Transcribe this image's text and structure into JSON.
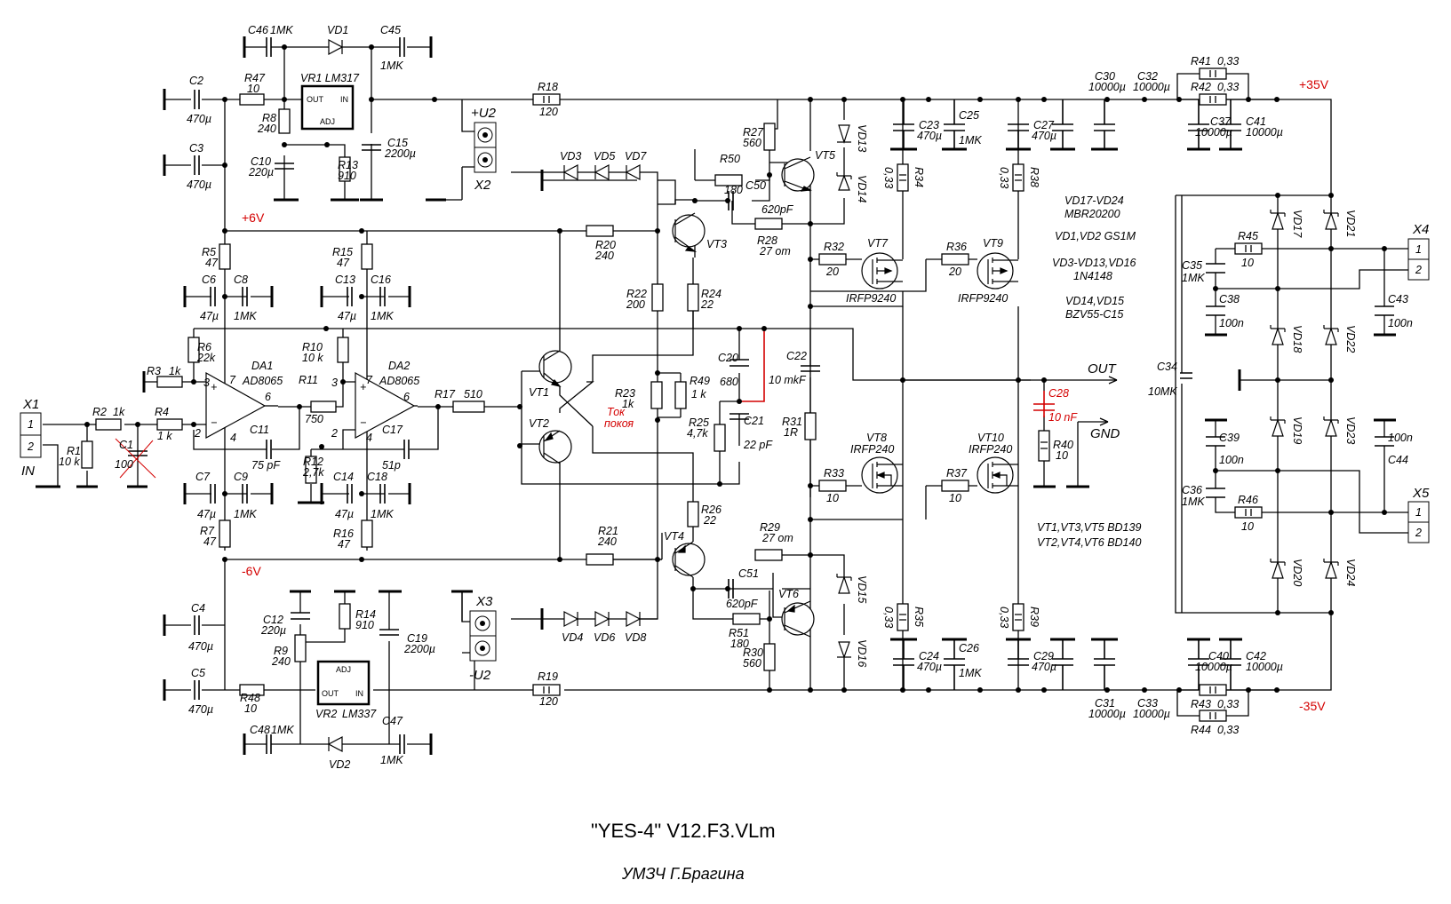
{
  "title": "\"YES-4\"  V12.F3.VLm",
  "subtitle": "УМЗЧ Г.Брагина",
  "rails": {
    "p6": "+6V",
    "n6": "-6V",
    "p35": "+35V",
    "n35": "-35V"
  },
  "connectors": {
    "x1": {
      "name": "X1",
      "pin1": "1",
      "pin2": "2",
      "label": "IN"
    },
    "x2": {
      "name": "X2",
      "label": "+U2"
    },
    "x3": {
      "name": "X3",
      "label": "-U2"
    },
    "x4": {
      "name": "X4",
      "pin1": "1",
      "pin2": "2"
    },
    "x5": {
      "name": "X5",
      "pin1": "1",
      "pin2": "2"
    },
    "out": "OUT",
    "gnd": "GND"
  },
  "regulators": {
    "vr1": {
      "name": "VR1 LM317",
      "out": "OUT",
      "in": "IN",
      "adj": "ADJ"
    },
    "vr2": {
      "name": "VR2",
      "part": "LM337",
      "out": "OUT",
      "in": "IN",
      "adj": "ADJ"
    }
  },
  "opamps": {
    "da1": {
      "name": "DA1",
      "part": "AD8065",
      "p3": "3",
      "p2": "2",
      "p7": "7",
      "p4": "4",
      "p6": "6"
    },
    "da2": {
      "name": "DA2",
      "part": "AD8065",
      "p3": "3",
      "p2": "2",
      "p7": "7",
      "p4": "4",
      "p6": "6"
    }
  },
  "resistors": {
    "r1": {
      "ref": "R1",
      "val": "10 k"
    },
    "r2": {
      "ref": "R2",
      "val": "1k"
    },
    "r3": {
      "ref": "R3",
      "val": "1k"
    },
    "r4": {
      "ref": "R4",
      "val": "1 k"
    },
    "r5": {
      "ref": "R5",
      "val": "47"
    },
    "r6": {
      "ref": "R6",
      "val": "22k"
    },
    "r7": {
      "ref": "R7",
      "val": "47"
    },
    "r8": {
      "ref": "R8",
      "val": "240"
    },
    "r9": {
      "ref": "R9",
      "val": "240"
    },
    "r10": {
      "ref": "R10",
      "val": "10 k"
    },
    "r11": {
      "ref": "R11",
      "val": "750"
    },
    "r12": {
      "ref": "R12",
      "val": "2,7k"
    },
    "r13": {
      "ref": "R13",
      "val": "910"
    },
    "r14": {
      "ref": "R14",
      "val": "910"
    },
    "r15": {
      "ref": "R15",
      "val": "47"
    },
    "r16": {
      "ref": "R16",
      "val": "47"
    },
    "r17": {
      "ref": "R17",
      "val": "510"
    },
    "r18": {
      "ref": "R18",
      "val": "120"
    },
    "r19": {
      "ref": "R19",
      "val": "120"
    },
    "r20": {
      "ref": "R20",
      "val": "240"
    },
    "r21": {
      "ref": "R21",
      "val": "240"
    },
    "r22": {
      "ref": "R22",
      "val": "200"
    },
    "r23": {
      "ref": "R23",
      "val": "1k"
    },
    "r24": {
      "ref": "R24",
      "val": "22"
    },
    "r25": {
      "ref": "R25",
      "val": "4,7k"
    },
    "r26": {
      "ref": "R26",
      "val": "22"
    },
    "r27": {
      "ref": "R27",
      "val": "560"
    },
    "r28": {
      "ref": "R28",
      "val": "27 om"
    },
    "r29": {
      "ref": "R29",
      "val": "27 om"
    },
    "r30": {
      "ref": "R30",
      "val": "560"
    },
    "r31": {
      "ref": "R31",
      "val": "1R"
    },
    "r32": {
      "ref": "R32",
      "val": "20"
    },
    "r33": {
      "ref": "R33",
      "val": "10"
    },
    "r34": {
      "ref": "R34",
      "val": "0,33"
    },
    "r35": {
      "ref": "R35",
      "val": "0,33"
    },
    "r36": {
      "ref": "R36",
      "val": "20"
    },
    "r37": {
      "ref": "R37",
      "val": "10"
    },
    "r38": {
      "ref": "R38",
      "val": "0,33"
    },
    "r39": {
      "ref": "R39",
      "val": "0,33"
    },
    "r40": {
      "ref": "R40",
      "val": "10"
    },
    "r41": {
      "ref": "R41",
      "val": "0,33"
    },
    "r42": {
      "ref": "R42",
      "val": "0,33"
    },
    "r43": {
      "ref": "R43",
      "val": "0,33"
    },
    "r44": {
      "ref": "R44",
      "val": "0,33"
    },
    "r45": {
      "ref": "R45",
      "val": "10"
    },
    "r46": {
      "ref": "R46",
      "val": "10"
    },
    "r47": {
      "ref": "R47",
      "val": "10"
    },
    "r48": {
      "ref": "R48",
      "val": "10"
    },
    "r49": {
      "ref": "R49",
      "val": "1 k"
    },
    "r50": {
      "ref": "R50",
      "val": "180"
    },
    "r51": {
      "ref": "R51",
      "val": "180"
    }
  },
  "bias_note": {
    "line1": "Ток",
    "line2": "покоя"
  },
  "capacitors": {
    "c1": {
      "ref": "C1",
      "val": "100"
    },
    "c2": {
      "ref": "C2",
      "val": "470µ"
    },
    "c3": {
      "ref": "C3",
      "val": "470µ"
    },
    "c4": {
      "ref": "C4",
      "val": "470µ"
    },
    "c5": {
      "ref": "C5",
      "val": "470µ"
    },
    "c6": {
      "ref": "C6",
      "val": "47µ"
    },
    "c7": {
      "ref": "C7",
      "val": "47µ"
    },
    "c8": {
      "ref": "C8",
      "val": "1MK"
    },
    "c9": {
      "ref": "C9",
      "val": "1MK"
    },
    "c10": {
      "ref": "C10",
      "val": "220µ"
    },
    "c11": {
      "ref": "C11",
      "val": "75 pF"
    },
    "c12": {
      "ref": "C12",
      "val": "220µ"
    },
    "c13": {
      "ref": "C13",
      "val": "47µ"
    },
    "c14": {
      "ref": "C14",
      "val": "47µ"
    },
    "c15": {
      "ref": "C15",
      "val": "2200µ"
    },
    "c16": {
      "ref": "C16",
      "val": "1MK"
    },
    "c17": {
      "ref": "C17",
      "val": "51p"
    },
    "c18": {
      "ref": "C18",
      "val": "1MK"
    },
    "c19": {
      "ref": "C19",
      "val": "2200µ"
    },
    "c20": {
      "ref": "C20",
      "val": "680"
    },
    "c21": {
      "ref": "C21",
      "val": "22 pF"
    },
    "c22": {
      "ref": "C22",
      "val": "10 mkF"
    },
    "c23": {
      "ref": "C23",
      "val": "470µ"
    },
    "c24": {
      "ref": "C24",
      "val": "470µ"
    },
    "c25": {
      "ref": "C25",
      "val": "1MK"
    },
    "c26": {
      "ref": "C26",
      "val": "1MK"
    },
    "c27": {
      "ref": "C27",
      "val": "470µ"
    },
    "c28": {
      "ref": "C28",
      "val": "10 nF"
    },
    "c29": {
      "ref": "C29",
      "val": "470µ"
    },
    "c30": {
      "ref": "C30",
      "val": "10000µ"
    },
    "c31": {
      "ref": "C31",
      "val": "10000µ"
    },
    "c32": {
      "ref": "C32",
      "val": "10000µ"
    },
    "c33": {
      "ref": "C33",
      "val": "10000µ"
    },
    "c34": {
      "ref": "C34",
      "val": "10MK"
    },
    "c35": {
      "ref": "C35",
      "val": "1MK"
    },
    "c36": {
      "ref": "C36",
      "val": "1MK"
    },
    "c37": {
      "ref": "C37",
      "val": "10000µ"
    },
    "c38": {
      "ref": "C38",
      "val": "100n"
    },
    "c39": {
      "ref": "C39",
      "val": "100n"
    },
    "c40": {
      "ref": "C40",
      "val": "10000µ"
    },
    "c41": {
      "ref": "C41",
      "val": "10000µ"
    },
    "c42": {
      "ref": "C42",
      "val": "10000µ"
    },
    "c43": {
      "ref": "C43",
      "val": "100n"
    },
    "c44": {
      "ref": "C44",
      "val": "100n"
    },
    "c45": {
      "ref": "C45",
      "val": "1MK"
    },
    "c46": {
      "ref": "C46",
      "val": "1MK"
    },
    "c47": {
      "ref": "C47",
      "val": "1MK"
    },
    "c48": {
      "ref": "C48",
      "val": "1MK"
    },
    "c50": {
      "ref": "C50",
      "val": "620pF"
    },
    "c51": {
      "ref": "C51",
      "val": "620pF"
    }
  },
  "diodes": {
    "vd1": "VD1",
    "vd2": "VD2",
    "vd3": "VD3",
    "vd4": "VD4",
    "vd5": "VD5",
    "vd6": "VD6",
    "vd7": "VD7",
    "vd8": "VD8",
    "vd13": "VD13",
    "vd14": "VD14",
    "vd15": "VD15",
    "vd16": "VD16",
    "vd17": "VD17",
    "vd18": "VD18",
    "vd19": "VD19",
    "vd20": "VD20",
    "vd21": "VD21",
    "vd22": "VD22",
    "vd23": "VD23",
    "vd24": "VD24"
  },
  "transistors": {
    "vt1": "VT1",
    "vt2": "VT2",
    "vt3": "VT3",
    "vt4": "VT4",
    "vt5": "VT5",
    "vt6": "VT6",
    "vt7": {
      "ref": "VT7",
      "part": "IRFP9240"
    },
    "vt8": {
      "ref": "VT8",
      "part": "IRFP240"
    },
    "vt9": {
      "ref": "VT9",
      "part": "IRFP9240"
    },
    "vt10": {
      "ref": "VT10",
      "part": "IRFP240"
    }
  },
  "notes": [
    "VD17-VD24",
    "MBR20200",
    "VD1,VD2 GS1M",
    "VD3-VD13,VD16",
    "1N4148",
    "VD14,VD15",
    "BZV55-C15",
    "VT1,VT3,VT5  BD139",
    "VT2,VT4,VT6  BD140"
  ]
}
